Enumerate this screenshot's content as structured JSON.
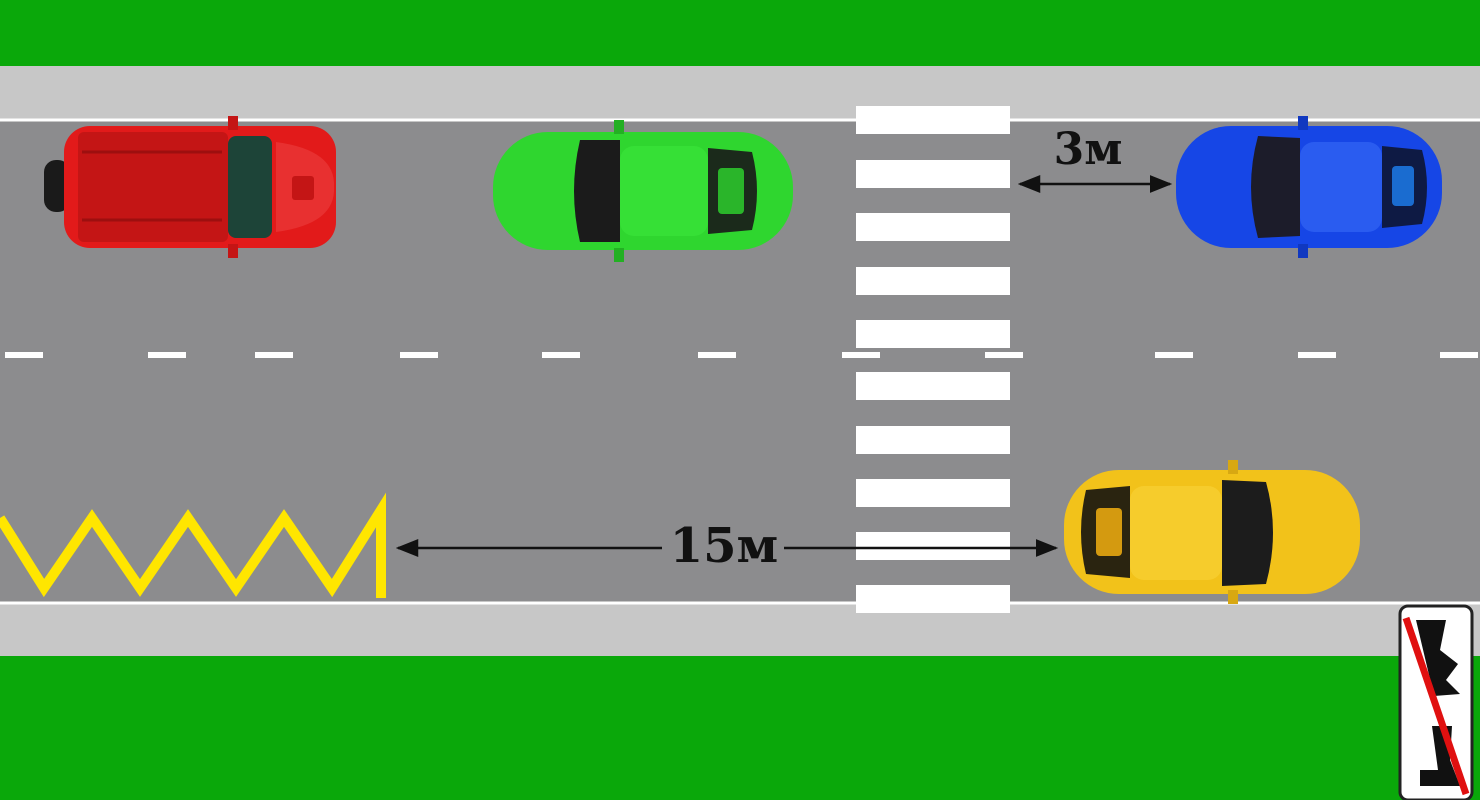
{
  "colors": {
    "grass": "#0aa80a",
    "sidewalk": "#c7c7c7",
    "road": "#8c8c8e",
    "marking": "#ffffff",
    "zigzag": "#ffe600",
    "car_red": "#e21a1a",
    "car_green": "#2fd62f",
    "car_blue": "#1646e6",
    "car_yellow": "#f2c21a",
    "sign_slash": "#e01010"
  },
  "labels": {
    "distance_short": "3м",
    "distance_long": "15м"
  },
  "scene": {
    "lanes": 2,
    "crosswalk_stripes": 10,
    "vehicles": [
      "red-suv",
      "green-car",
      "blue-car",
      "yellow-car"
    ],
    "sign": "end-of-parking-zone-sign"
  }
}
